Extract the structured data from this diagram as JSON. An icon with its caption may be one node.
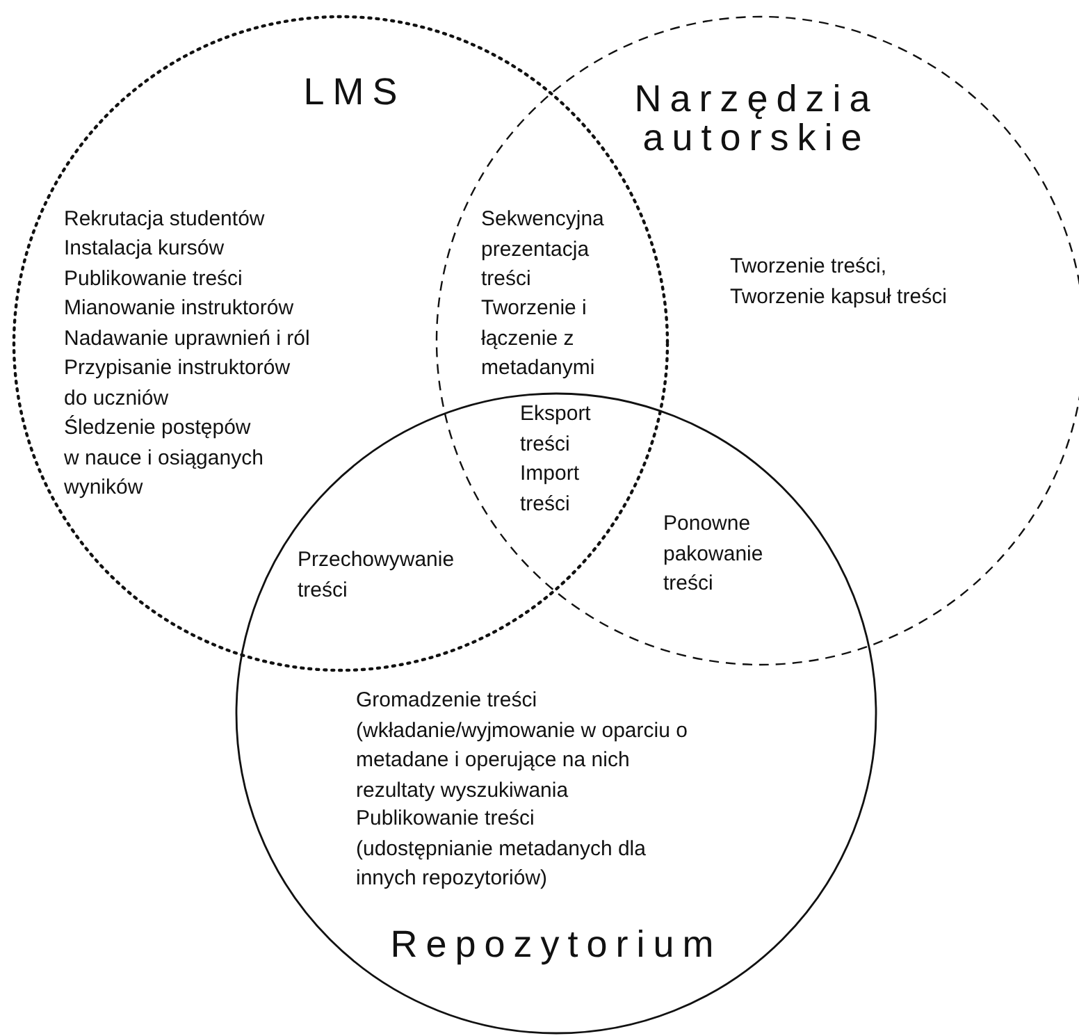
{
  "diagram": {
    "nodes": [
      {
        "text": [
          "LMS"
        ]
      },
      {
        "text": [
          "Narzędzia autorskie"
        ]
      },
      {
        "text": [
          "Repozytorium"
        ]
      }
    ],
    "labels": [
      "Rekrutacja studentów",
      "Instalacja kursów",
      "Publikowanie treści",
      "Mianowanie instruktorów",
      "Nadawanie uprawnień i ról",
      "Przypisanie instruktorów do uczniów",
      "Śledzenie postępów w nauce i osiąganych wyników",
      "Sekwencyjna prezentacja treści",
      "Tworzenie i łączenie z metadanymi",
      "Tworzenie treści,",
      "Tworzenie kapsuł treści",
      "Eksport treści",
      "Import treści",
      "Ponowne pakowanie treści",
      "Przechowywanie treści",
      "Gromadzenie treści (wkładanie/wyjmowanie w oparciu o metadane i operujące na nich rezultaty wyszukiwania",
      "Publikowanie treści (udostępnianie metadanych dla innych repozytoriów)"
    ]
  }
}
